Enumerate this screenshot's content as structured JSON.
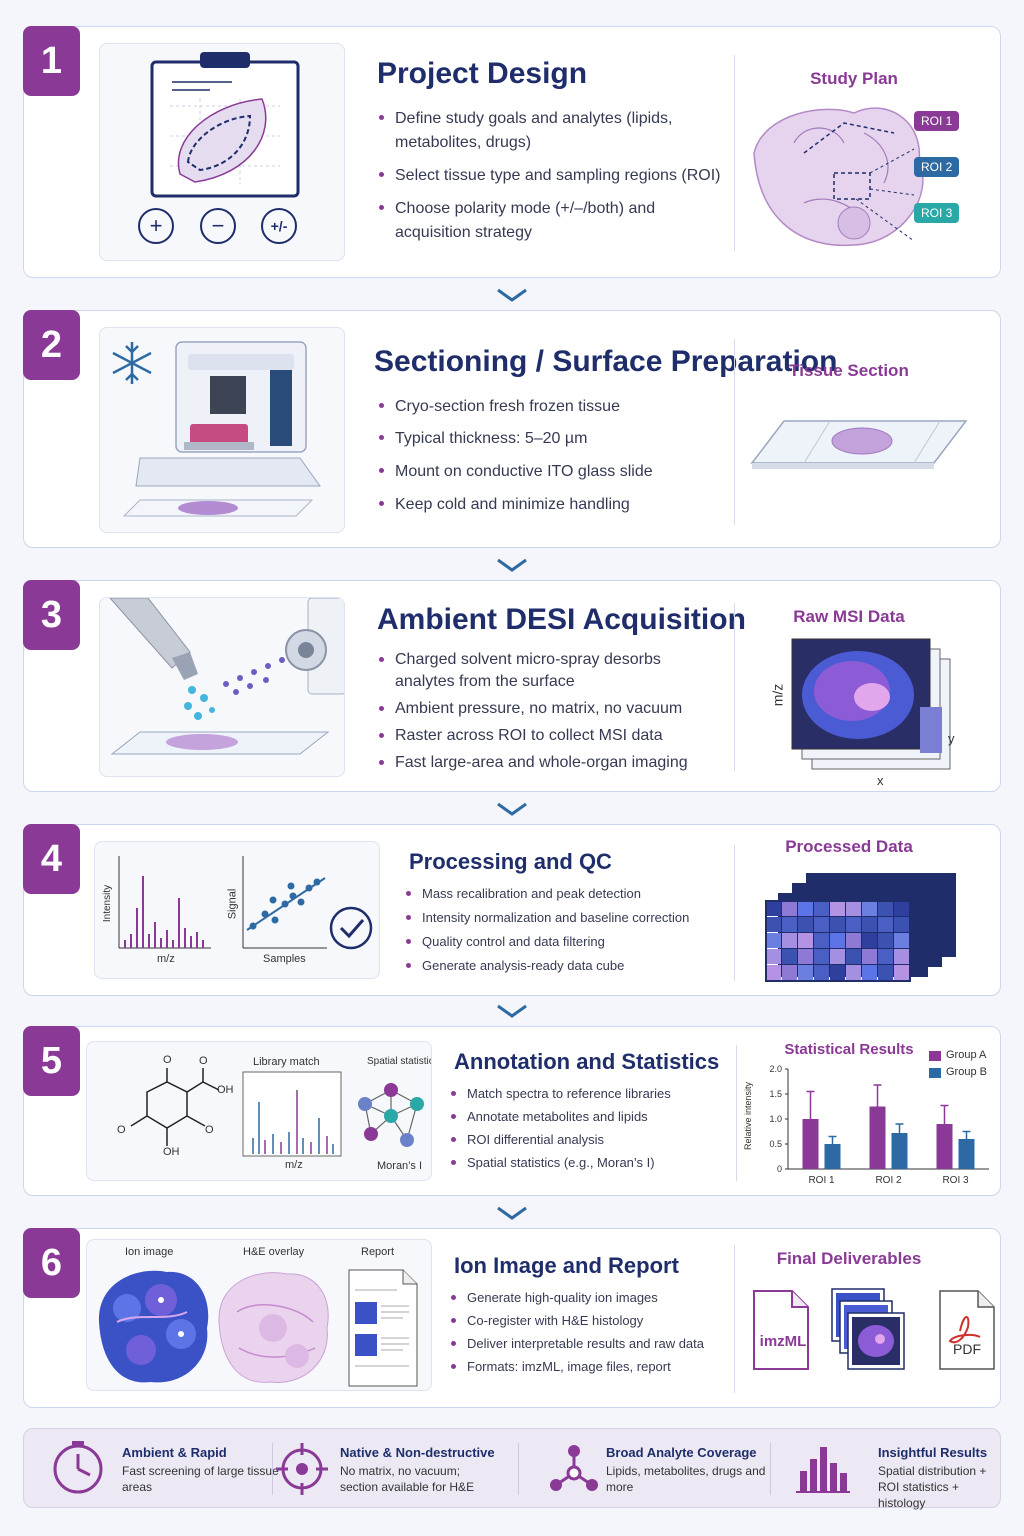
{
  "steps": [
    {
      "number": "1",
      "title": "Project Design",
      "bullets": [
        "Define study goals and analytes (lipids, metabolites, drugs)",
        "Select tissue type and sampling regions (ROI)",
        "Choose polarity mode (+/–/both) and acquisition strategy"
      ],
      "panel_title": "Study Plan",
      "roi_labels": [
        "ROI 1",
        "ROI 2",
        "ROI 3"
      ],
      "polarity_symbols": [
        "+",
        "−",
        "+/-"
      ]
    },
    {
      "number": "2",
      "title": "Sectioning / Surface Preparation",
      "bullets": [
        "Cryo-section fresh frozen tissue",
        "Typical thickness: 5–20 µm",
        "Mount on conductive ITO glass slide",
        "Keep cold and minimize handling"
      ],
      "panel_title": "Tissue Section"
    },
    {
      "number": "3",
      "title": "Ambient DESI Acquisition",
      "bullets": [
        "Charged solvent micro-spray desorbs analytes from the surface",
        "Ambient pressure, no matrix, no vacuum",
        "Raster across ROI to collect MSI data",
        "Fast large-area and whole-organ imaging"
      ],
      "panel_title": "Raw MSI Data",
      "axis_labels": {
        "z": "m/z",
        "y": "y",
        "x": "x"
      }
    },
    {
      "number": "4",
      "title": "Processing and QC",
      "bullets": [
        "Mass recalibration and peak detection",
        "Intensity normalization and baseline correction",
        "Quality control and data filtering",
        "Generate analysis-ready data cube"
      ],
      "panel_title": "Processed Data",
      "spectrum_axes": {
        "x": "m/z",
        "y": "Intensity"
      },
      "scatter_axes": {
        "x": "Samples",
        "y": "Signal"
      }
    },
    {
      "number": "5",
      "title": "Annotation and Statistics",
      "bullets": [
        "Match spectra to reference libraries",
        "Annotate metabolites and lipids",
        "ROI differential analysis",
        "Spatial statistics (e.g., Moran’s I)"
      ],
      "panel_title": "Statistical Results",
      "library_label": "Library match",
      "library_axis": "m/z",
      "spatial_label": "Spatial statistics",
      "spatial_caption": "Moran’s I",
      "molecule_atoms": [
        "O",
        "OH",
        "O",
        "OH",
        "O",
        "O"
      ]
    },
    {
      "number": "6",
      "title": "Ion Image and Report",
      "bullets": [
        "Generate high-quality ion images",
        "Co-register with H&E histology",
        "Deliver interpretable results and raw data",
        "Formats: imzML, image files, report"
      ],
      "panel_title": "Final Deliverables",
      "image_labels": [
        "Ion image",
        "H&E overlay",
        "Report"
      ],
      "deliverables": [
        "imzML",
        "PDF"
      ]
    }
  ],
  "chart_data": {
    "type": "bar",
    "title": "Statistical Results",
    "categories": [
      "ROI 1",
      "ROI 2",
      "ROI 3"
    ],
    "series": [
      {
        "name": "Group A",
        "values": [
          1.0,
          1.25,
          0.9
        ],
        "errors": [
          0.55,
          0.43,
          0.37
        ],
        "color": "#8a3a96"
      },
      {
        "name": "Group B",
        "values": [
          0.5,
          0.72,
          0.6
        ],
        "errors": [
          0.15,
          0.18,
          0.15
        ],
        "color": "#2d6aa3"
      }
    ],
    "ylabel": "Relative intensity",
    "ylim": [
      0,
      2.0
    ],
    "yticks": [
      "0",
      "0.5",
      "1.0",
      "1.5",
      "2.0"
    ],
    "legend": "top-right"
  },
  "footer": [
    {
      "title": "Ambient & Rapid",
      "desc": "Fast screening of large tissue areas",
      "icon": "clock-icon"
    },
    {
      "title": "Native & Non-destructive",
      "desc": "No matrix, no vacuum; section available for H&E",
      "icon": "target-icon"
    },
    {
      "title": "Broad Analyte Coverage",
      "desc": "Lipids, metabolites, drugs and more",
      "icon": "network-icon"
    },
    {
      "title": "Insightful Results",
      "desc": "Spatial distribution + ROI statistics + histology",
      "icon": "bar-chart-icon"
    }
  ],
  "colors": {
    "accent": "#8a3a96",
    "navy": "#1f2d6b",
    "blue": "#2d6aa3",
    "teal": "#2aa7a7"
  }
}
